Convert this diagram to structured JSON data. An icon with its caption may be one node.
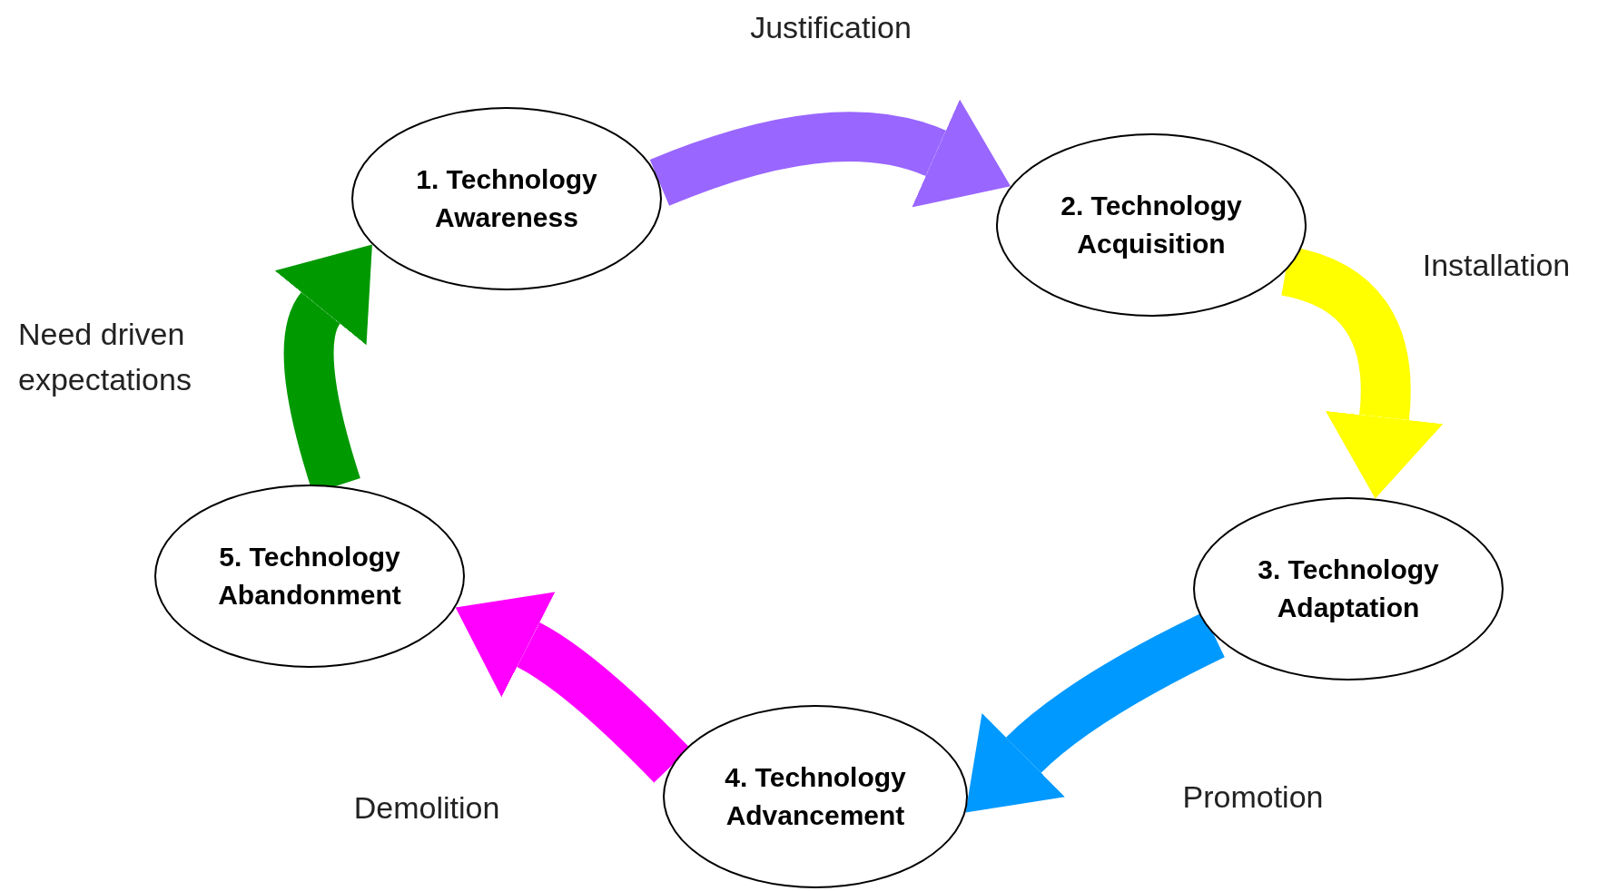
{
  "diagram": {
    "nodes": [
      {
        "text": [
          "1. Technology Awareness"
        ]
      },
      {
        "text": [
          "2. Technology Acquisition"
        ]
      },
      {
        "text": [
          "3. Technology Adaptation"
        ]
      },
      {
        "text": [
          "4. Technology Advancement"
        ]
      },
      {
        "text": [
          "5. Technology Abandonment"
        ]
      }
    ],
    "edges": [
      {
        "from": 0,
        "to": 1,
        "arrow": "to",
        "label": "Justification",
        "color": "#9966ff"
      },
      {
        "from": 1,
        "to": 2,
        "arrow": "to",
        "label": "Installation",
        "color": "#ffff00"
      },
      {
        "from": 2,
        "to": 3,
        "arrow": "to",
        "label": "Promotion",
        "color": "#0099ff"
      },
      {
        "from": 3,
        "to": 4,
        "arrow": "to",
        "label": "Demolition",
        "color": "#ff00ff"
      },
      {
        "from": 4,
        "to": 0,
        "arrow": "to",
        "label": "Need driven expectations",
        "color": "#009900"
      }
    ]
  }
}
